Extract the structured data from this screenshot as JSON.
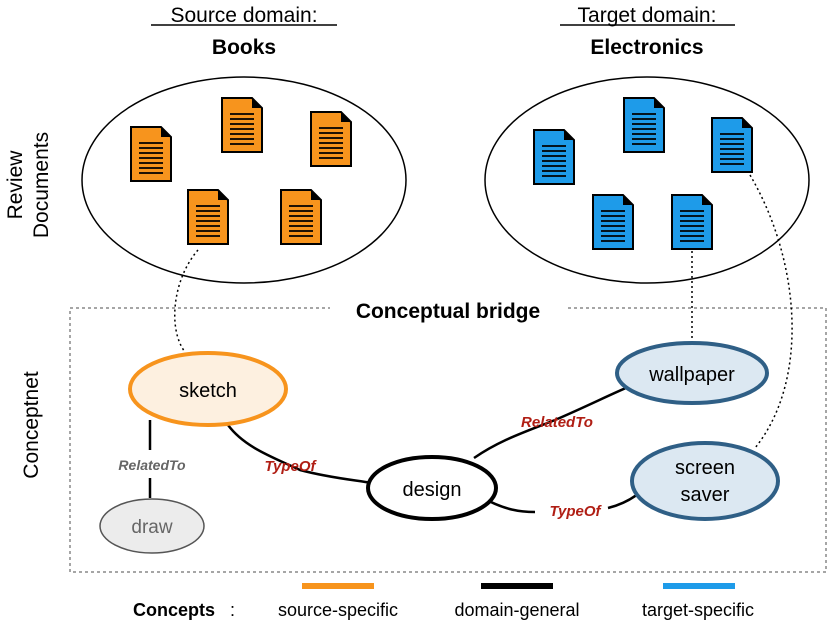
{
  "header": {
    "source_domain_label": "Source domain:",
    "source_domain_name": "Books",
    "target_domain_label": "Target domain:",
    "target_domain_name": "Electronics"
  },
  "side_labels": {
    "review_line1": "Review",
    "review_line2": "Documents",
    "conceptnet": "Conceptnet"
  },
  "bridge_title": "Conceptual bridge",
  "nodes": {
    "sketch": "sketch",
    "draw": "draw",
    "design": "design",
    "wallpaper": "wallpaper",
    "screen_saver_line1": "screen",
    "screen_saver_line2": "saver"
  },
  "relations": {
    "sketch_draw": "RelatedTo",
    "sketch_design": "TypeOf",
    "design_wallpaper": "RelatedTo",
    "design_screensaver": "TypeOf"
  },
  "legend": {
    "title": "Concepts",
    "colon": ":",
    "items": [
      {
        "label": "source-specific",
        "color": "#f7941d"
      },
      {
        "label": "domain-general",
        "color": "#000000"
      },
      {
        "label": "target-specific",
        "color": "#1e9be9"
      }
    ]
  },
  "colors": {
    "source_doc": "#f7941d",
    "target_doc": "#1e9be9",
    "relation_text": "#b01e14",
    "sketch_fill": "#fdf0e0",
    "target_node_fill": "#dce8f2",
    "target_node_stroke": "#2f5f86"
  },
  "icons": [
    "document-icon"
  ]
}
